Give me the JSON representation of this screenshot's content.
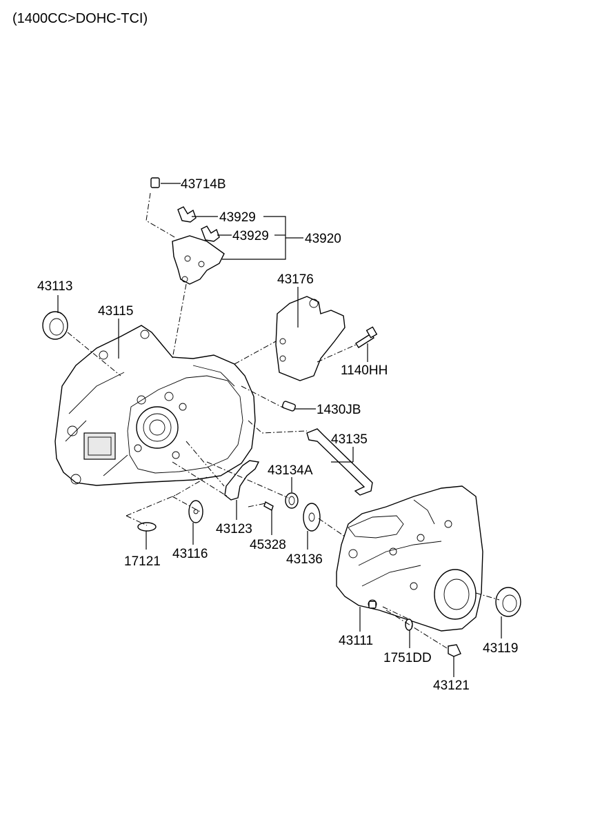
{
  "header": {
    "title": "(1400CC>DOHC-TCI)"
  },
  "parts": {
    "p43714B": "43714B",
    "p43929a": "43929",
    "p43929b": "43929",
    "p43920": "43920",
    "p43113": "43113",
    "p43115": "43115",
    "p43176": "43176",
    "p1140HH": "1140HH",
    "p1430JB": "1430JB",
    "p43135": "43135",
    "p43134A": "43134A",
    "p43123": "43123",
    "p45328": "45328",
    "p43136": "43136",
    "p17121": "17121",
    "p43116": "43116",
    "p43111": "43111",
    "p1751DD": "1751DD",
    "p43119": "43119",
    "p43121": "43121"
  }
}
